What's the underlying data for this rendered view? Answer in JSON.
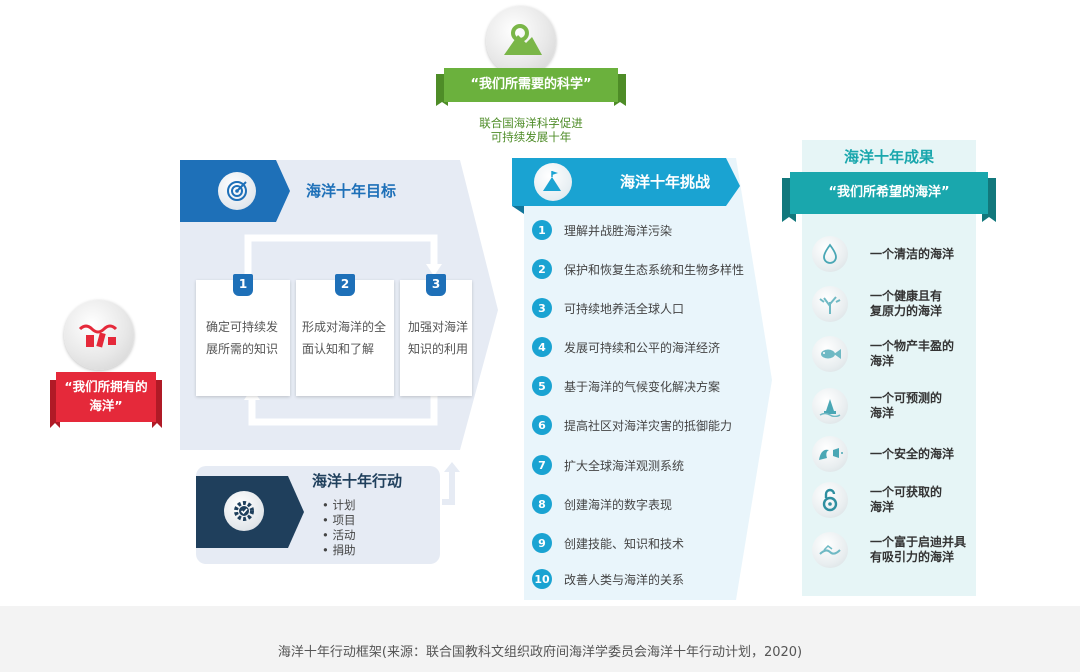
{
  "science": {
    "label": "“我们所需要的科学”",
    "subtitle_line1": "联合国海洋科学促进",
    "subtitle_line2": "可持续发展十年"
  },
  "ocean_have": {
    "label_line1": "“我们所拥有的",
    "label_line2": "海洋”"
  },
  "objectives": {
    "title": "海洋十年目标",
    "items": [
      {
        "num": "1",
        "line1": "确定可持续发",
        "line2": "展所需的知识"
      },
      {
        "num": "2",
        "line1": "形成对海洋的全",
        "line2": "面认知和了解"
      },
      {
        "num": "3",
        "line1": "加强对海洋",
        "line2": "知识的利用"
      }
    ]
  },
  "actions": {
    "title": "海洋十年行动",
    "items": [
      "• 计划",
      "• 项目",
      "• 活动",
      "• 捐助"
    ]
  },
  "challenges": {
    "title": "海洋十年挑战",
    "items": [
      {
        "num": "1",
        "text": "理解并战胜海洋污染"
      },
      {
        "num": "2",
        "text": "保护和恢复生态系统和生物多样性"
      },
      {
        "num": "3",
        "text": "可持续地养活全球人口"
      },
      {
        "num": "4",
        "text": "发展可持续和公平的海洋经济"
      },
      {
        "num": "5",
        "text": "基于海洋的气候变化解决方案"
      },
      {
        "num": "6",
        "text": "提高社区对海洋灾害的抵御能力"
      },
      {
        "num": "7",
        "text": "扩大全球海洋观测系统"
      },
      {
        "num": "8",
        "text": "创建海洋的数字表现"
      },
      {
        "num": "9",
        "text": "创建技能、知识和技术"
      },
      {
        "num": "10",
        "text": "改善人类与海洋的关系"
      }
    ]
  },
  "outcomes": {
    "title": "海洋十年成果",
    "subtitle": "“我们所希望的海洋”",
    "items": [
      {
        "line1": "一个清洁的海洋",
        "line2": "",
        "icon": "drop-icon"
      },
      {
        "line1": "一个健康且有",
        "line2": "复原力的海洋",
        "icon": "coral-icon"
      },
      {
        "line1": "一个物产丰盈的",
        "line2": "海洋",
        "icon": "fish-icon"
      },
      {
        "line1": "一个可预测的",
        "line2": "海洋",
        "icon": "buoy-icon"
      },
      {
        "line1": "一个安全的海洋",
        "line2": "",
        "icon": "wave-warning-icon"
      },
      {
        "line1": "一个可获取的",
        "line2": "海洋",
        "icon": "open-access-icon"
      },
      {
        "line1": "一个富于启迪并具",
        "line2": "有吸引力的海洋",
        "icon": "heritage-icon"
      }
    ]
  },
  "caption": "海洋十年行动框架(来源：联合国教科文组织政府间海洋学委员会海洋十年行动计划，2020)",
  "colors": {
    "green": "#6bb13d",
    "red": "#e5293a",
    "blue": "#1e70b8",
    "navy": "#1f3f5c",
    "cyan": "#1aa3d2",
    "teal": "#1aa7ad"
  }
}
